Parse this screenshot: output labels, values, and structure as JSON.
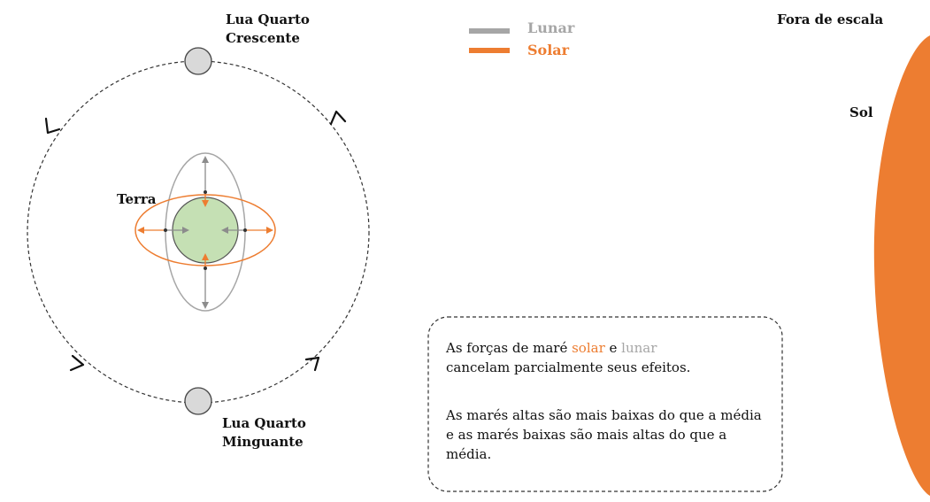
{
  "labels": {
    "moon_top": [
      "Lua Quarto",
      "Crescente"
    ],
    "moon_bottom": [
      "Lua Quarto",
      "Minguante"
    ],
    "earth": "Terra",
    "out_of_scale": "Fora de escala",
    "sun": "Sol"
  },
  "legend": [
    {
      "label": "Lunar",
      "color": "#a6a6a6"
    },
    {
      "label": "Solar",
      "color": "#ed7d31"
    }
  ],
  "note": {
    "line1_prefix": "As forças de maré ",
    "solar_word": "solar",
    "line1_mid": " e ",
    "lunar_word": "lunar",
    "line1_suffix": "",
    "line2": "cancelam parcialmente seus efeitos.",
    "paragraph2": "As marés altas são mais baixas do que a média e as marés baixas são mais altas do que a média."
  },
  "colors": {
    "earth_fill": "#c5e0b4",
    "sun_fill": "#ed7d31",
    "moon_fill": "#d9d9d9",
    "lunar": "#a6a6a6",
    "solar": "#ed7d31"
  }
}
